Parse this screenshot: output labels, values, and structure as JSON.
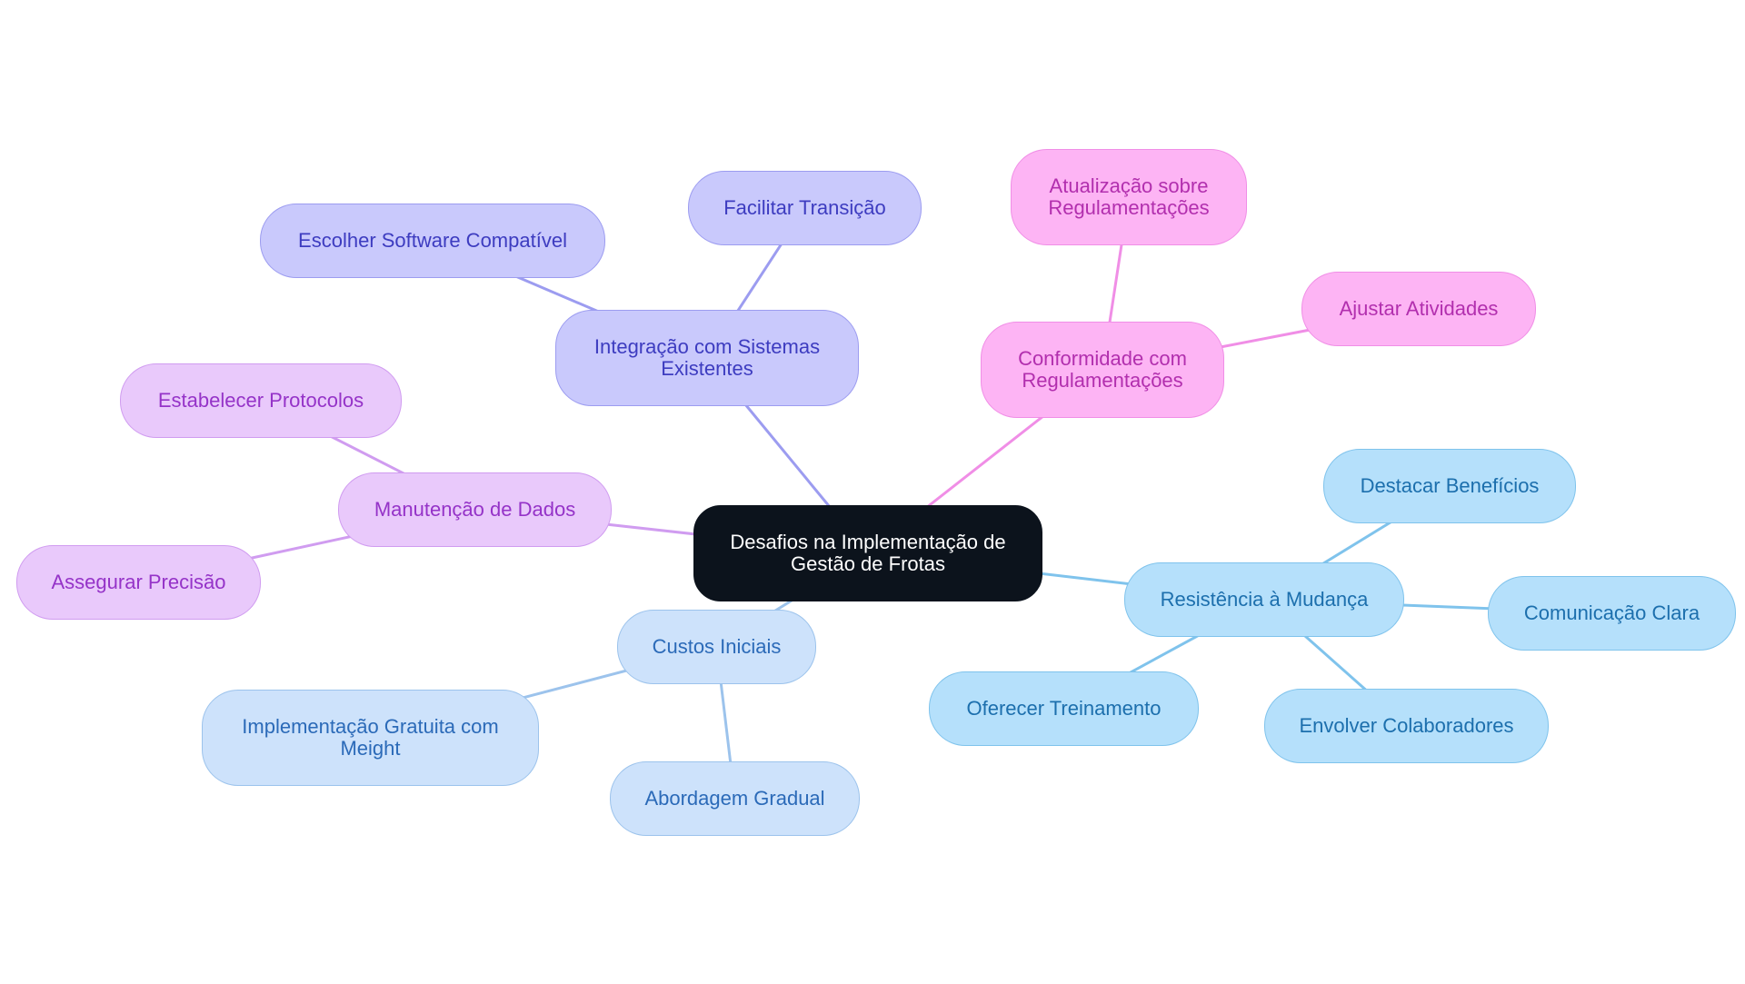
{
  "diagram": {
    "root": {
      "label": "Desafios na Implementação de Gestão de Frotas",
      "fill": "#0c131c"
    },
    "branches": [
      {
        "key": "integracao",
        "label": "Integração com Sistemas Existentes",
        "fill": "#c9c9fc",
        "stroke": "#9c9cf0",
        "text": "#3d3cc0",
        "line": "#9c9cf0",
        "children": [
          {
            "key": "escolher",
            "label": "Escolher Software Compatível"
          },
          {
            "key": "facilitar",
            "label": "Facilitar Transição"
          }
        ]
      },
      {
        "key": "conformidade",
        "label": "Conformidade com Regulamentações",
        "fill": "#fdb4f4",
        "stroke": "#f08ee6",
        "text": "#b22fae",
        "line": "#f08ee6",
        "children": [
          {
            "key": "atualizacao",
            "label": "Atualização sobre Regulamentações"
          },
          {
            "key": "ajustar",
            "label": "Ajustar Atividades"
          }
        ]
      },
      {
        "key": "manutencao",
        "label": "Manutenção de Dados",
        "fill": "#e9c9fb",
        "stroke": "#d09cf0",
        "text": "#9533c8",
        "line": "#d09cf0",
        "children": [
          {
            "key": "estabelecer",
            "label": "Estabelecer Protocolos"
          },
          {
            "key": "assegurar",
            "label": "Assegurar Precisão"
          }
        ]
      },
      {
        "key": "custos",
        "label": "Custos Iniciais",
        "fill": "#cde2fb",
        "stroke": "#9cc3ec",
        "text": "#2b6ab8",
        "line": "#9cc3ec",
        "children": [
          {
            "key": "implementacao",
            "label": "Implementação Gratuita com Meight"
          },
          {
            "key": "abordagem",
            "label": "Abordagem Gradual"
          }
        ]
      },
      {
        "key": "resistencia",
        "label": "Resistência à Mudança",
        "fill": "#b5e0fb",
        "stroke": "#7fc3ec",
        "text": "#1c6fad",
        "line": "#7fc3ec",
        "children": [
          {
            "key": "destacar",
            "label": "Destacar Benefícios"
          },
          {
            "key": "comunicacao",
            "label": "Comunicação Clara"
          },
          {
            "key": "oferecer",
            "label": "Oferecer Treinamento"
          },
          {
            "key": "envolver",
            "label": "Envolver Colaboradores"
          }
        ]
      }
    ]
  }
}
